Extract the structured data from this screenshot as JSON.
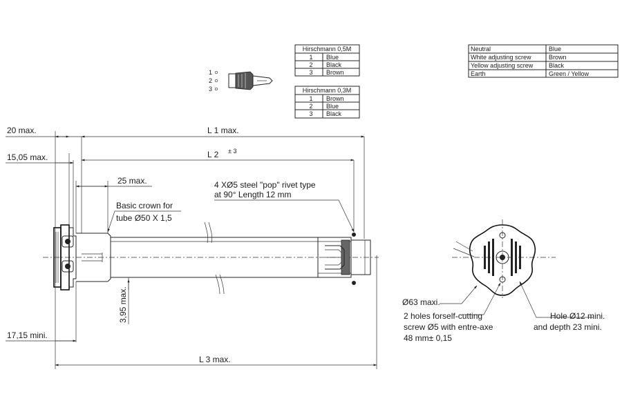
{
  "connector": {
    "pins": [
      "1",
      "2",
      "3"
    ]
  },
  "tables": {
    "h05": {
      "title": "Hirschmann 0,5M",
      "rows": [
        [
          "1",
          "Blue"
        ],
        [
          "2",
          "Black"
        ],
        [
          "3",
          "Brown"
        ]
      ]
    },
    "h03": {
      "title": "Hirschmann 0,3M",
      "rows": [
        [
          "1",
          "Brown"
        ],
        [
          "2",
          "Blue"
        ],
        [
          "3",
          "Black"
        ]
      ]
    },
    "wires": {
      "rows": [
        [
          "Neutral",
          "Blue"
        ],
        [
          "White adjusting screw",
          "Brown"
        ],
        [
          "Yellow adjusting screw",
          "Black"
        ],
        [
          "Earth",
          "Green / Yellow"
        ]
      ]
    }
  },
  "dims": {
    "d20": "20 max.",
    "d1505": "15,05 max.",
    "d1715": "17,15 mini.",
    "l1": "L 1 max.",
    "l2": "L 2",
    "l2tol": "± 3",
    "l3": "L 3 max.",
    "d25": "25 max.",
    "d395": "3,95 max."
  },
  "notes": {
    "crown1": "Basic crown for",
    "crown2": "tube Ø50 X 1,5",
    "rivet1": "4 XØ5 steel \"pop\" rivet type",
    "rivet2": "at 90° Length 12 mm",
    "dia63": "Ø63 maxi.",
    "holes1": "2 holes forself-cutting",
    "holes2": "screw  Ø5 with entre-axe",
    "holes3": "48 mm± 0,15",
    "hole12a": "Hole Ø12 mini.",
    "hole12b": "and depth 23 mini."
  }
}
